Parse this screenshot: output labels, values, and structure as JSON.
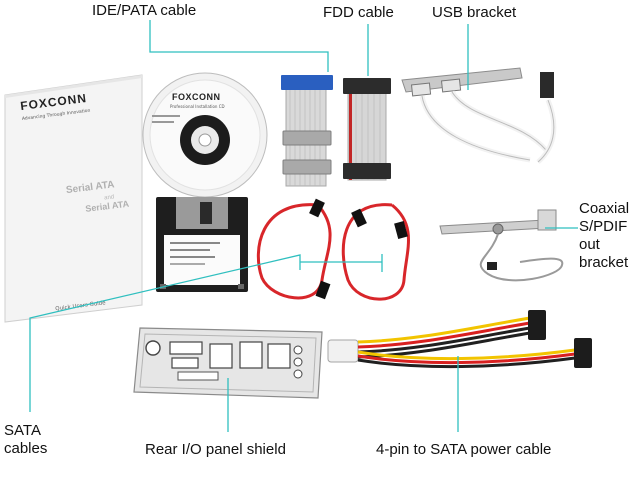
{
  "labels": {
    "ide_pata": "IDE/PATA cable",
    "fdd": "FDD cable",
    "usb": "USB bracket",
    "coaxial": "Coaxial\nS/PDIF\nout\nbracket",
    "sata": "SATA\ncables",
    "rear_io": "Rear I/O panel shield",
    "power": "4-pin to SATA power cable"
  },
  "manual": {
    "brand": "FOXCONN",
    "tagline": "Advancing Through Innovation",
    "title_line1": "Serial ATA",
    "title_and": "and",
    "title_line2": "Serial ATA",
    "footer": "Quick Users Guide"
  },
  "cd": {
    "brand": "FOXCONN",
    "subtitle": "Professional Installation CD"
  },
  "colors": {
    "leader_line": "#2fbfbf",
    "ide_connector": "#2a5fc0",
    "sata_cable": "#d8262a",
    "power_yellow": "#f2c400",
    "power_red": "#d82020",
    "power_black": "#202020",
    "fdd_stripe": "#c22626"
  }
}
